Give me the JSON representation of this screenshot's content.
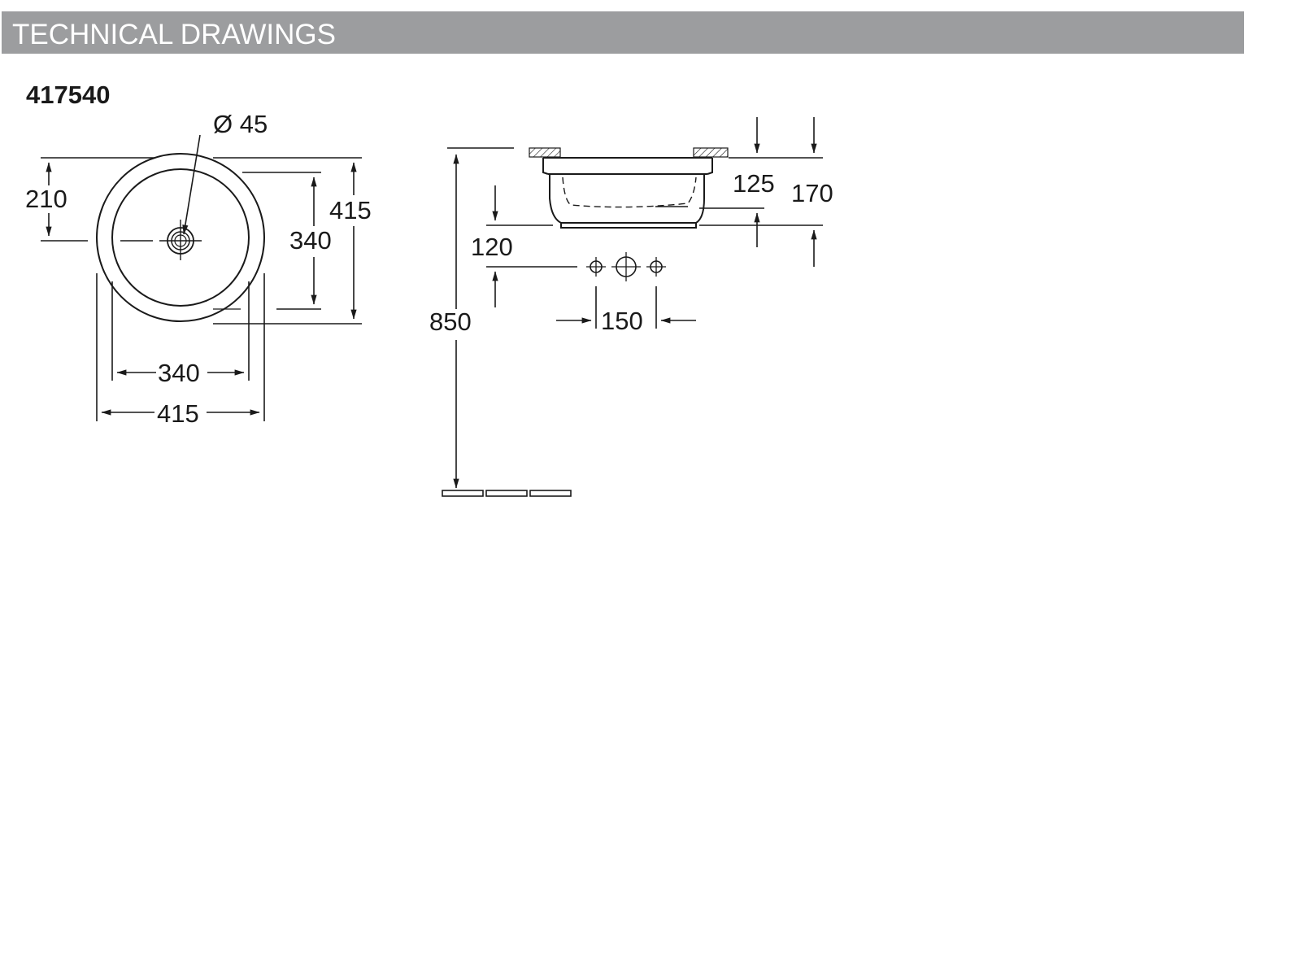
{
  "header": {
    "title": "TECHNICAL DRAWINGS"
  },
  "product": {
    "code": "417540"
  },
  "top_view": {
    "drain_label": "Ø 45",
    "dim_210": "210",
    "dim_outer_height": "415",
    "dim_inner_height": "340",
    "dim_inner_width": "340",
    "dim_outer_width": "415"
  },
  "side_view": {
    "dim_125": "125",
    "dim_170": "170",
    "dim_120": "120",
    "dim_850": "850",
    "dim_150": "150"
  },
  "colors": {
    "header_bg": "#9c9d9f",
    "header_text": "#ffffff",
    "line": "#1a1a1a"
  }
}
